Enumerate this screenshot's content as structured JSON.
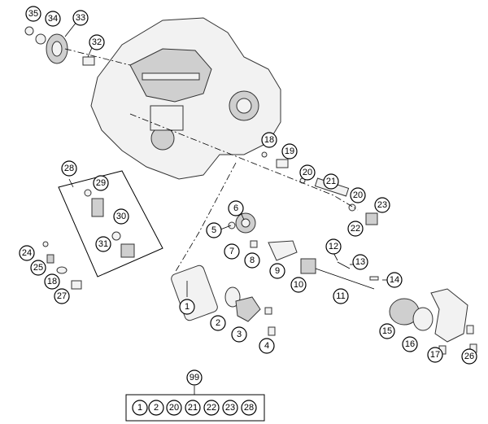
{
  "callouts": {
    "c35": "35",
    "c34": "34",
    "c33": "33",
    "c32": "32",
    "c18a": "18",
    "c19": "19",
    "c20a": "20",
    "c21": "21",
    "c20b": "20",
    "c23": "23",
    "c22": "22",
    "c28": "28",
    "c29": "29",
    "c30": "30",
    "c31": "31",
    "c24": "24",
    "c25": "25",
    "c18b": "18",
    "c27": "27",
    "c6": "6",
    "c5": "5",
    "c7": "7",
    "c8": "8",
    "c9": "9",
    "c10": "10",
    "c12": "12",
    "c13": "13",
    "c11": "11",
    "c14": "14",
    "c1": "1",
    "c2": "2",
    "c3": "3",
    "c4": "4",
    "c15": "15",
    "c16": "16",
    "c17": "17",
    "c26": "26",
    "c99": "99"
  },
  "kit": [
    "1",
    "2",
    "20",
    "21",
    "22",
    "23",
    "28"
  ],
  "colors": {
    "ink": "#000000",
    "part_fill": "#f2f2f2",
    "part_shade": "#cfcfcf"
  }
}
